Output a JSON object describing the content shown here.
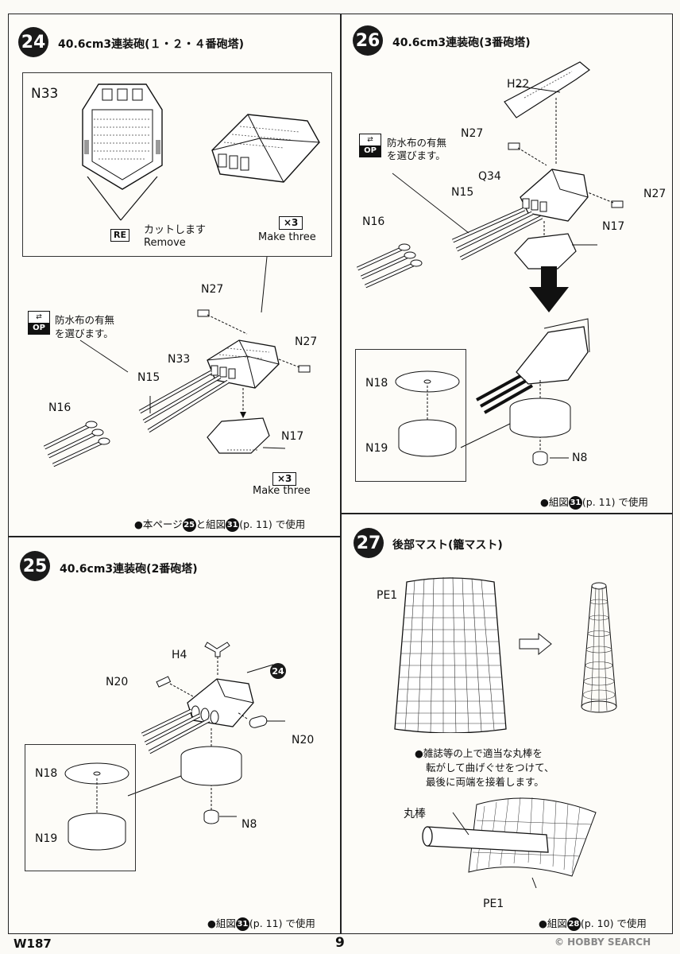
{
  "steps": {
    "s24": {
      "num": "24",
      "title": "40.6cm3連装砲(１・２・４番砲塔)",
      "inset_part": "N33",
      "re_badge": "RE",
      "cut_jp": "カットします",
      "cut_en": "Remove",
      "x3_a": "×3",
      "make_three_a": "Make three",
      "op_top": "⇄",
      "op_bot": "OP",
      "op_text_1": "防水布の有無",
      "op_text_2": "を選びます。",
      "parts": {
        "n27_a": "N27",
        "n27_b": "N27",
        "n33": "N33",
        "n15": "N15",
        "n16": "N16",
        "n17": "N17"
      },
      "x3_b": "×3",
      "make_three_b": "Make three",
      "usage_prefix": "●本ページ",
      "usage_ref1": "25",
      "usage_mid": "と組図",
      "usage_ref2": "31",
      "usage_suffix": "(p. 11) で使用"
    },
    "s25": {
      "num": "25",
      "title": "40.6cm3連装砲(2番砲塔)",
      "ref_step": "24",
      "parts": {
        "h4": "H4",
        "n20_a": "N20",
        "n20_b": "N20",
        "n18": "N18",
        "n19": "N19",
        "n8": "N8"
      },
      "usage_prefix": "●組図",
      "usage_ref": "31",
      "usage_suffix": "(p. 11) で使用"
    },
    "s26": {
      "num": "26",
      "title": "40.6cm3連装砲(3番砲塔)",
      "op_top": "⇄",
      "op_bot": "OP",
      "op_text_1": "防水布の有無",
      "op_text_2": "を選びます。",
      "parts": {
        "h22": "H22",
        "n27_a": "N27",
        "n27_b": "N27",
        "q34": "Q34",
        "n15": "N15",
        "n16": "N16",
        "n17": "N17",
        "n18": "N18",
        "n19": "N19",
        "n8": "N8"
      },
      "usage_prefix": "●組図",
      "usage_ref": "31",
      "usage_suffix": "(p. 11) で使用"
    },
    "s27": {
      "num": "27",
      "title": "後部マスト(籠マスト)",
      "pe1_a": "PE1",
      "pe1_b": "PE1",
      "rod": "丸棒",
      "instr_1": "●雑誌等の上で適当な丸棒を",
      "instr_2": "転がして曲げぐせをつけて、",
      "instr_3": "最後に両端を接着します。",
      "usage_prefix": "●組図",
      "usage_ref": "28",
      "usage_suffix": "(p. 10) で使用"
    }
  },
  "footer": {
    "code": "W187",
    "page": "9",
    "watermark": "© HOBBY SEARCH"
  }
}
